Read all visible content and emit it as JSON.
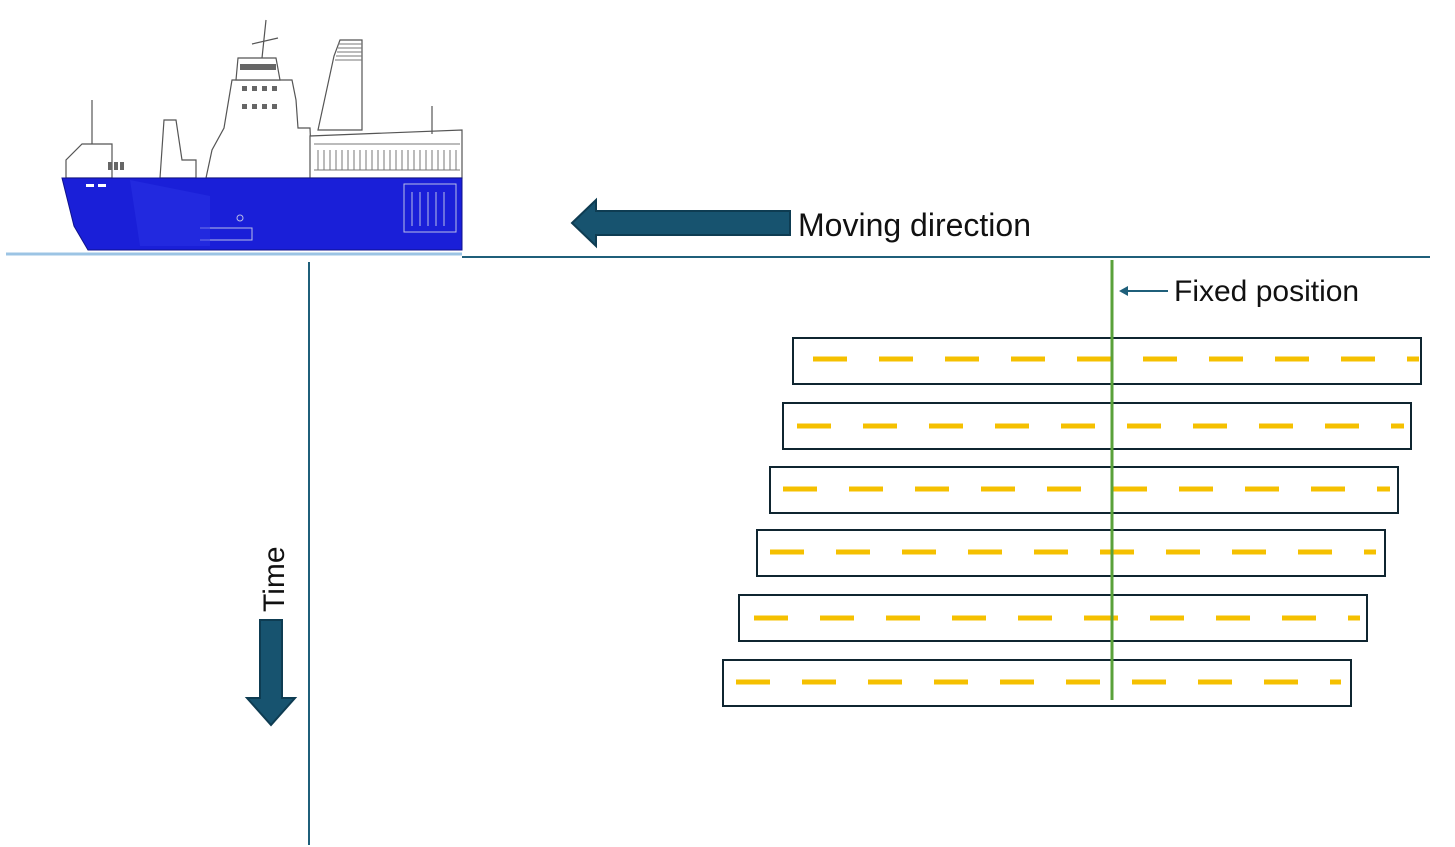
{
  "labels": {
    "moving_direction": "Moving direction",
    "fixed_position": "Fixed position",
    "time": "Time"
  },
  "colors": {
    "axis_line": "#1f5f7a",
    "arrow_fill": "#17536f",
    "arrow_stroke": "#0e3c52",
    "ship_hull": "#1a1fd8",
    "fixed_marker": "#5aa13a",
    "dash_line": "#f5c000",
    "box_border": "#0f2530"
  },
  "icons": {
    "ship": "ro-ro-ferry-ship-icon",
    "moving_arrow": "left-arrow-icon",
    "time_arrow": "down-arrow-icon",
    "fixed_pointer": "small-left-arrow-icon"
  },
  "record_count": 6
}
